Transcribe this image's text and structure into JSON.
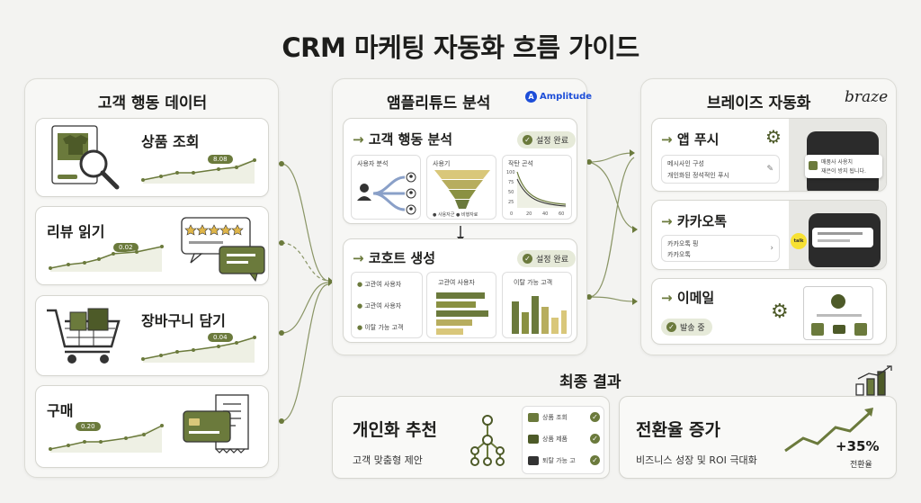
{
  "title": "CRM 마케팅 자동화 흐름 가이드",
  "left": {
    "title": "고객 행동 데이터",
    "items": [
      {
        "label": "상품 조회",
        "value": "8.08"
      },
      {
        "label": "리뷰 읽기",
        "value": "0.02"
      },
      {
        "label": "장바구니 담기",
        "value": "0.04"
      },
      {
        "label": "구매",
        "value": "0.20"
      }
    ]
  },
  "middle": {
    "title": "앰플리튜드 분석",
    "logo": "Amplitude",
    "analysis": {
      "title": "고객 행동 분석",
      "badge": "설정 완료",
      "sub1": "사용자 분석",
      "sub2": "사용기",
      "sub3": "작탄 곤석",
      "legend1": "사용자군",
      "legend2": "비행자료",
      "axis": [
        "100",
        "75",
        "50",
        "25",
        "0",
        "20",
        "40",
        "60"
      ]
    },
    "cohort": {
      "title": "코호트 생성",
      "badge": "설정 완료",
      "items": [
        "고관여 사용자",
        "고관여 사용자",
        "이탈 가능 고객"
      ],
      "col2": "고관여 사용자",
      "col3": "이탈 가능 고객"
    }
  },
  "right": {
    "title": "브레이즈 자동화",
    "logo": "braze",
    "push": {
      "title": "앱 푸시",
      "line1": "메시사인 구성",
      "line2": "개인화된 정석적인 푸시",
      "notif1": "매품사 사용치",
      "notif2": "재은이 방지 됩니다."
    },
    "kakao": {
      "title": "카카오톡",
      "line1": "카카오톡 핑",
      "line2": "카카오톡",
      "talk": "talk"
    },
    "email": {
      "title": "이메일",
      "badge": "발송 중"
    }
  },
  "final": {
    "title": "최종 결과",
    "rec": {
      "title": "개인화 추천",
      "desc": "고객 맞춤형 제안",
      "items": [
        "상품 조회",
        "상품 제품",
        "퇴탈 가능 고"
      ]
    },
    "conv": {
      "title": "전환율 증가",
      "desc": "비즈니스 성장 및 ROI 극대화",
      "value": "+35%",
      "unit": "전환율"
    }
  }
}
